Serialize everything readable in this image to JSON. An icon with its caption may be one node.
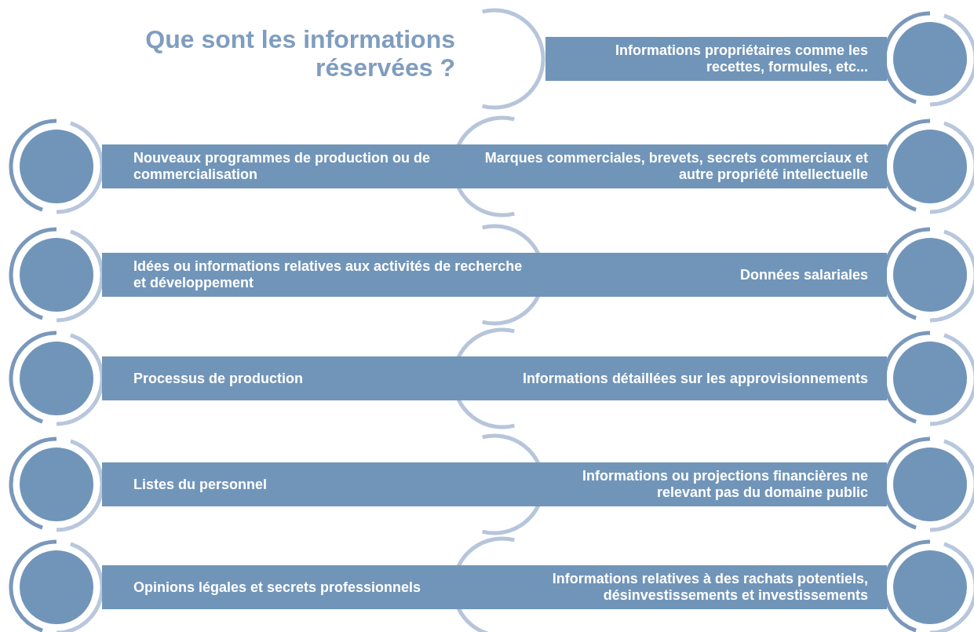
{
  "diagram": {
    "title": "Que sont les informations réservées ?",
    "nodes": [
      {
        "text": [
          "Informations propriétaires comme les recettes, formules, etc..."
        ]
      },
      {
        "text": [
          "Nouveaux programmes de production ou de commercialisation"
        ]
      },
      {
        "text": [
          "Marques commerciales, brevets, secrets commerciaux et autre propriété intellectuelle"
        ]
      },
      {
        "text": [
          "Idées ou informations relatives aux activités de recherche et développement"
        ]
      },
      {
        "text": [
          "Données salariales"
        ]
      },
      {
        "text": [
          "Processus de production"
        ]
      },
      {
        "text": [
          "Informations détaillées sur les approvisionnements"
        ]
      },
      {
        "text": [
          "Listes du personnel"
        ]
      },
      {
        "text": [
          "Informations ou projections financières ne relevant pas du domaine public"
        ]
      },
      {
        "text": [
          "Opinions légales et secrets professionnels"
        ]
      },
      {
        "text": [
          "Informations relatives à des rachats potentiels, désinvestissements et investissements"
        ]
      }
    ]
  }
}
